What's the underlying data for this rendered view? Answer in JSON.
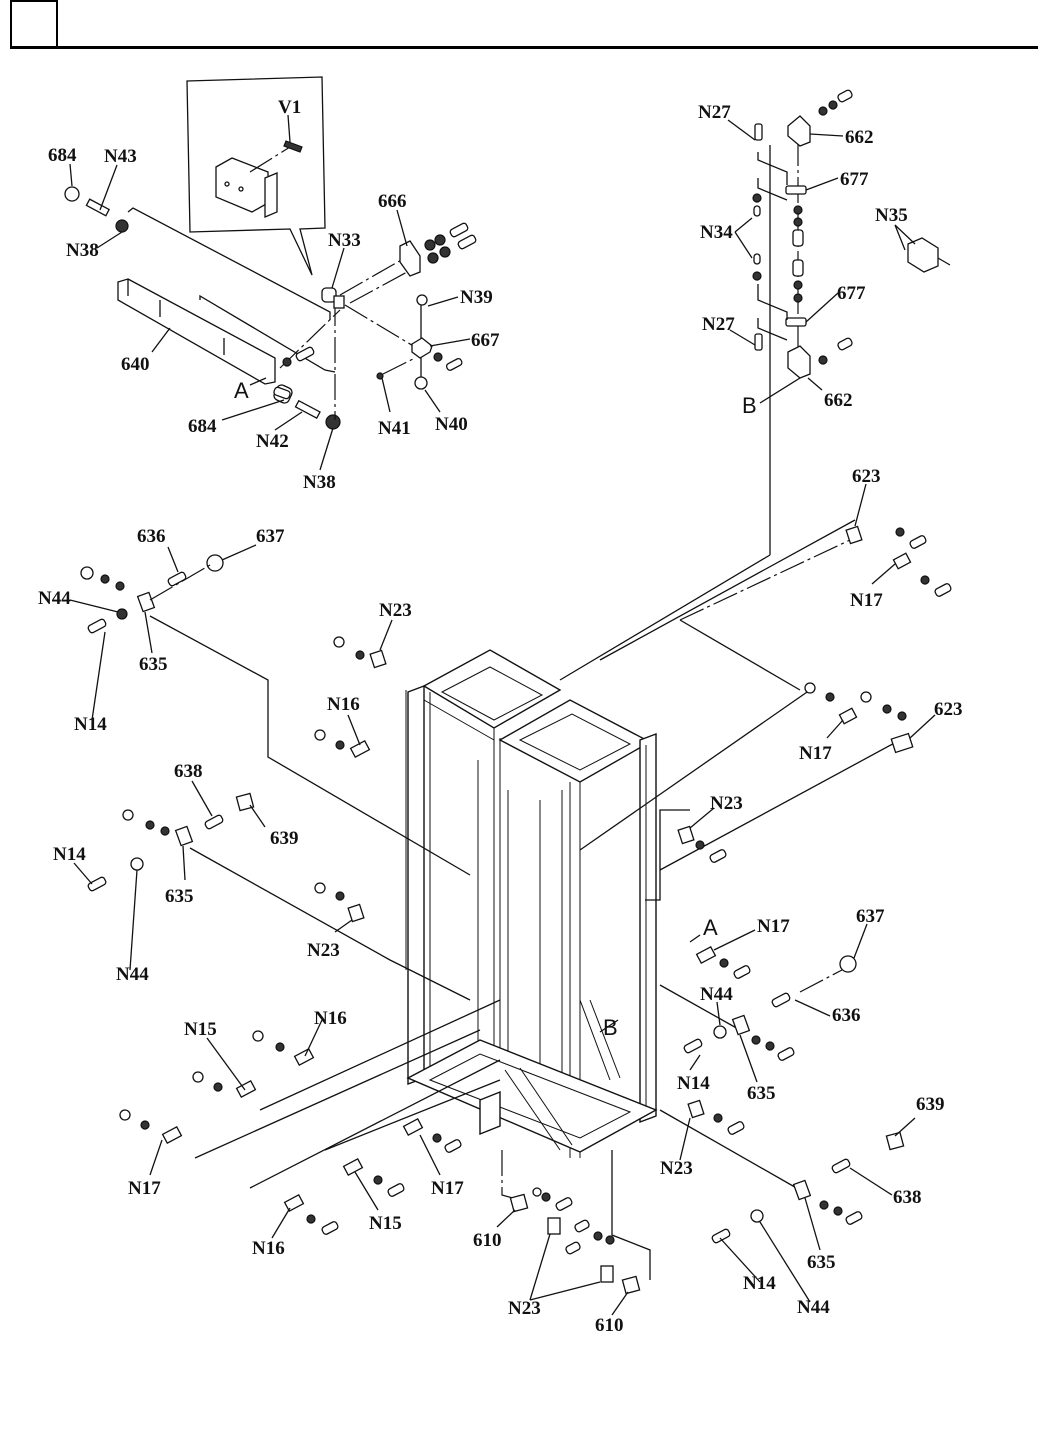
{
  "header": {
    "page_box_text": "",
    "title": ""
  },
  "diagram": {
    "type": "exploded-parts-diagram",
    "subject": "Frame assembly with sensors and brackets",
    "detail_inset": {
      "label": "V1"
    },
    "callouts": {
      "c684a": "684",
      "cN43": "N43",
      "cN38a": "N38",
      "cN33": "N33",
      "c666": "666",
      "cN39": "N39",
      "c667": "667",
      "c640": "640",
      "refA1": "A",
      "c684b": "684",
      "cN42": "N42",
      "cN41": "N41",
      "cN40": "N40",
      "cN38b": "N38",
      "cN27a": "N27",
      "c662a": "662",
      "c677a": "677",
      "cN34": "N34",
      "cN35": "N35",
      "c677b": "677",
      "cN27b": "N27",
      "refB1": "B",
      "c662b": "662",
      "c623a": "623",
      "cN17a": "N17",
      "c623b": "623",
      "cN17b": "N17",
      "c636a": "636",
      "c637a": "637",
      "cN44a": "N44",
      "c635a": "635",
      "cN14a": "N14",
      "cN23a": "N23",
      "cN16a": "N16",
      "c638a": "638",
      "c639a": "639",
      "cN14b": "N14",
      "c635b": "635",
      "cN44b": "N44",
      "cN23b": "N23",
      "cN23c": "N23",
      "refA2": "A",
      "cN17c": "N17",
      "c637b": "637",
      "cN44c": "N44",
      "c636b": "636",
      "cN14c": "N14",
      "c635c": "635",
      "refB2": "B",
      "cN15a": "N15",
      "cN16b": "N16",
      "cN17d": "N17",
      "cN17e": "N17",
      "cN15b": "N15",
      "cN16c": "N16",
      "cN23d": "N23",
      "c639b": "639",
      "c638b": "638",
      "c635d": "635",
      "cN14d": "N14",
      "cN44d": "N44",
      "c610a": "610",
      "cN23e": "N23",
      "c610b": "610"
    }
  }
}
